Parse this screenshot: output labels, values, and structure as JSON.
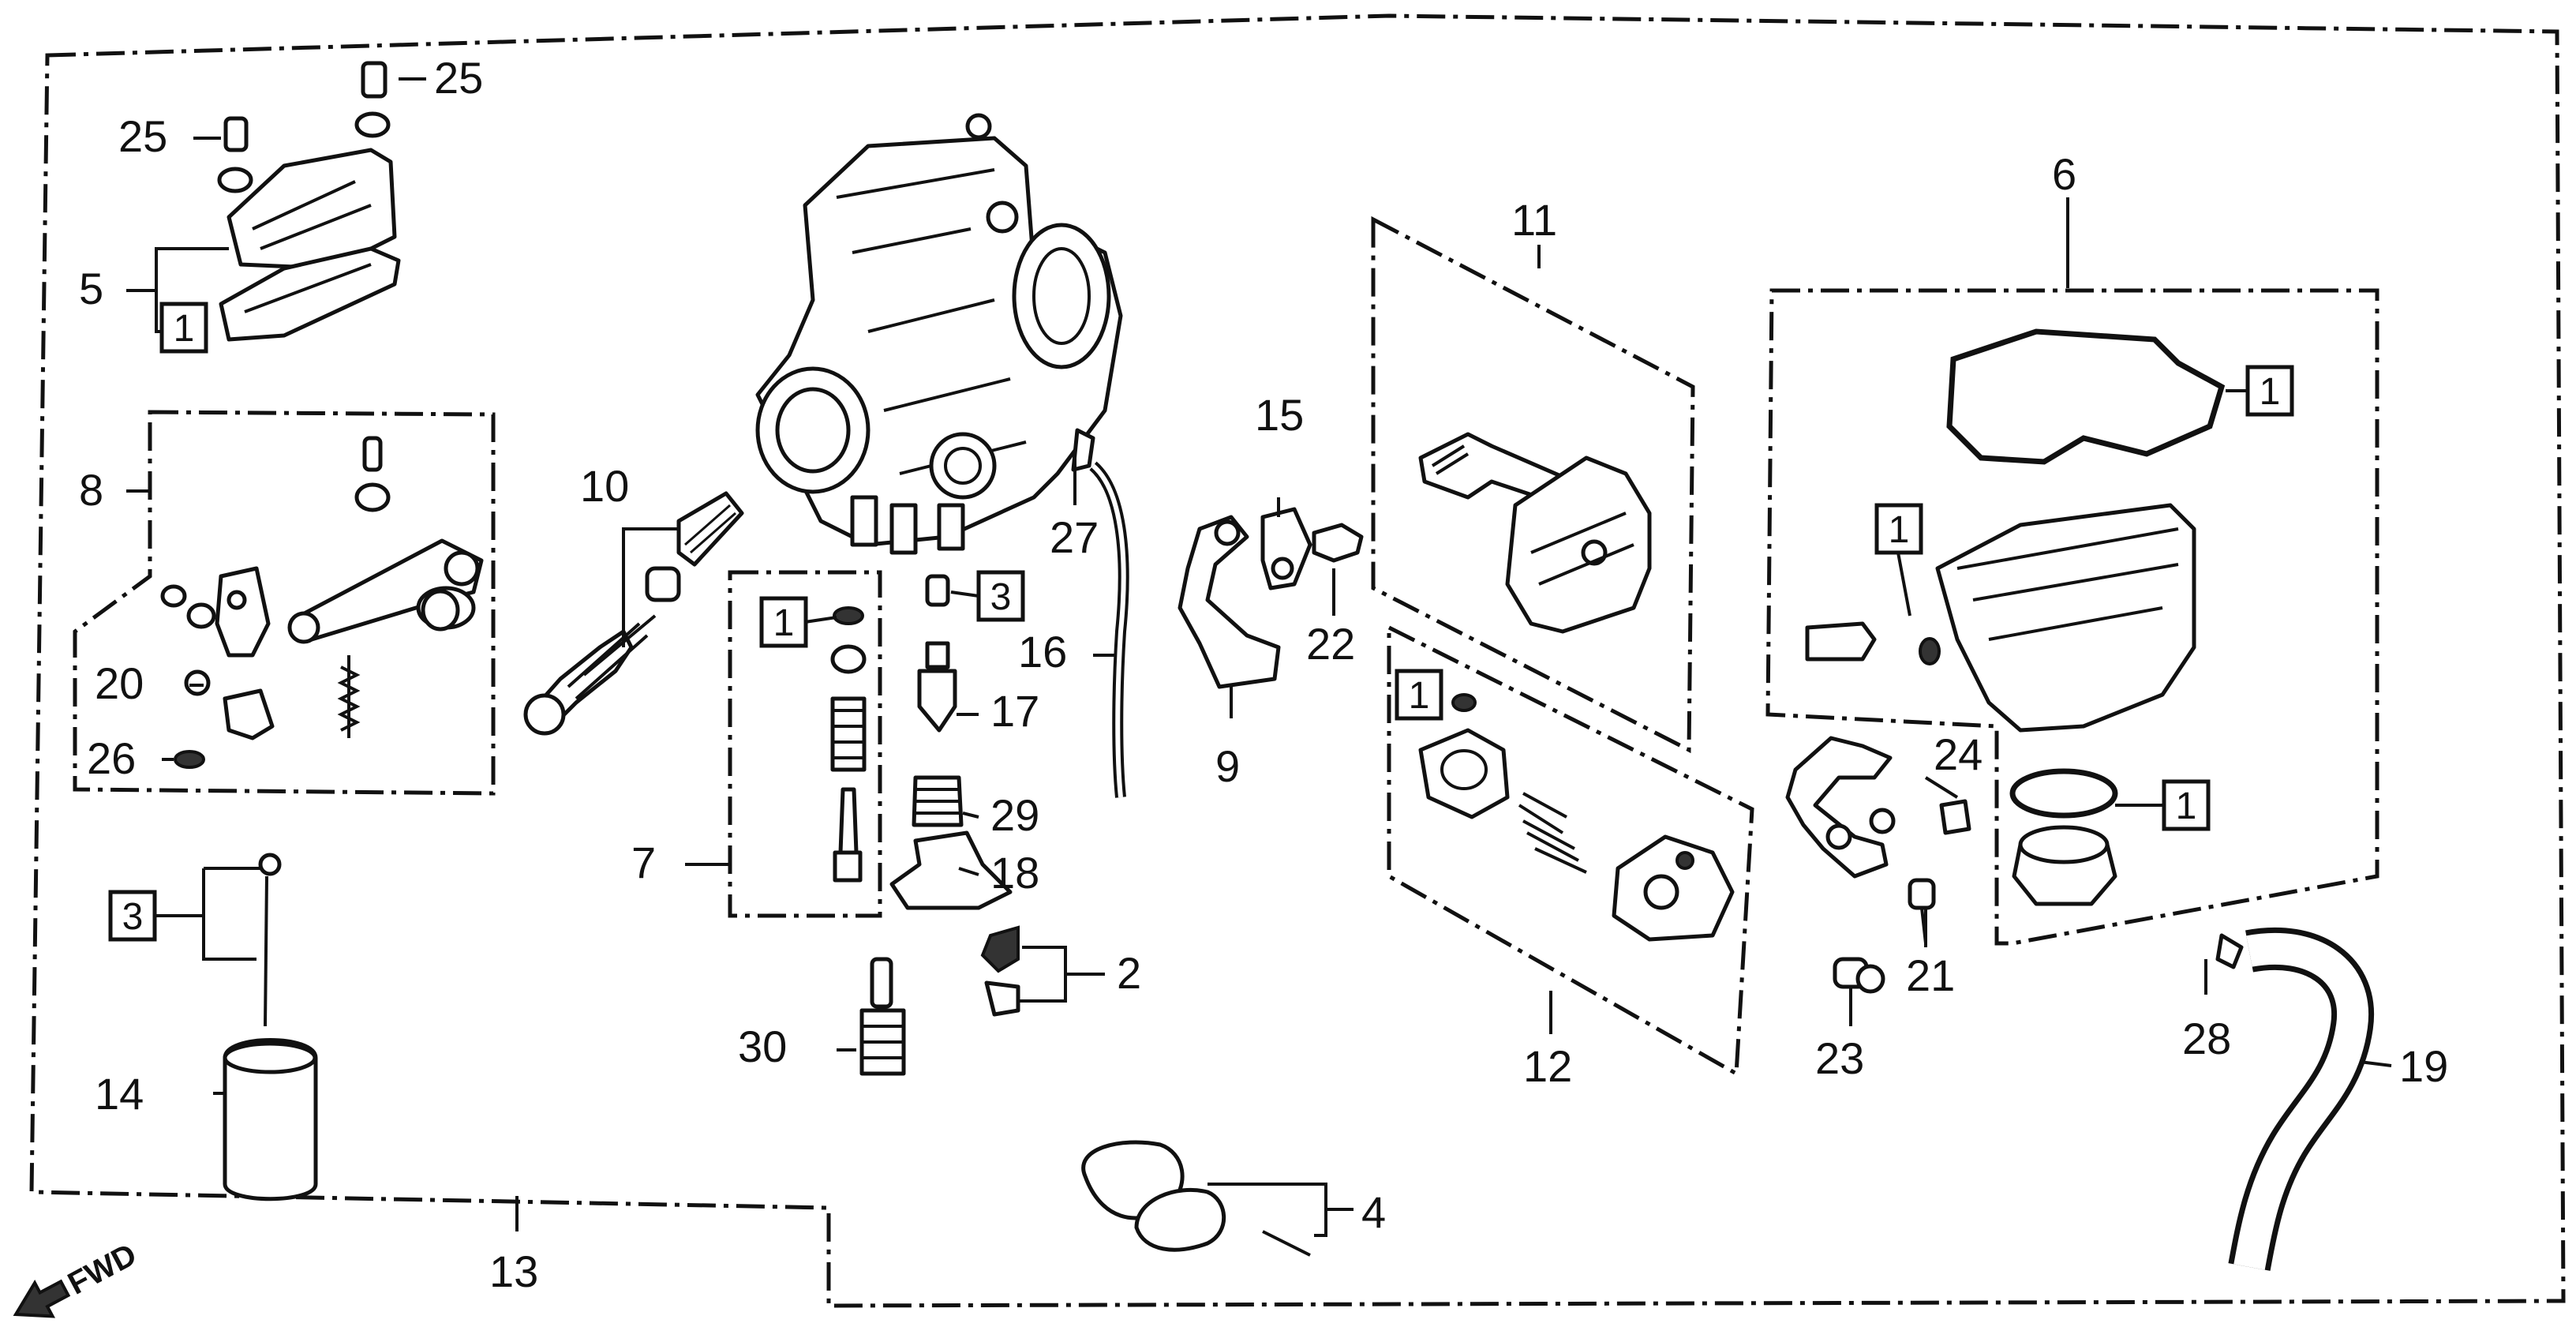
{
  "direction_label": "FWD",
  "key_labels": {
    "k1": "1",
    "k3": "3"
  },
  "callouts": {
    "c2": "2",
    "c4": "4",
    "c5": "5",
    "c6": "6",
    "c7": "7",
    "c8": "8",
    "c9": "9",
    "c10": "10",
    "c11": "11",
    "c12": "12",
    "c13": "13",
    "c14": "14",
    "c15": "15",
    "c16": "16",
    "c17": "17",
    "c18": "18",
    "c19": "19",
    "c20": "20",
    "c21": "21",
    "c22": "22",
    "c23": "23",
    "c24": "24",
    "c25": "25",
    "c26": "26",
    "c27": "27",
    "c28": "28",
    "c29": "29",
    "c30": "30"
  },
  "colors": {
    "ink": "#111111",
    "paper": "#ffffff"
  }
}
